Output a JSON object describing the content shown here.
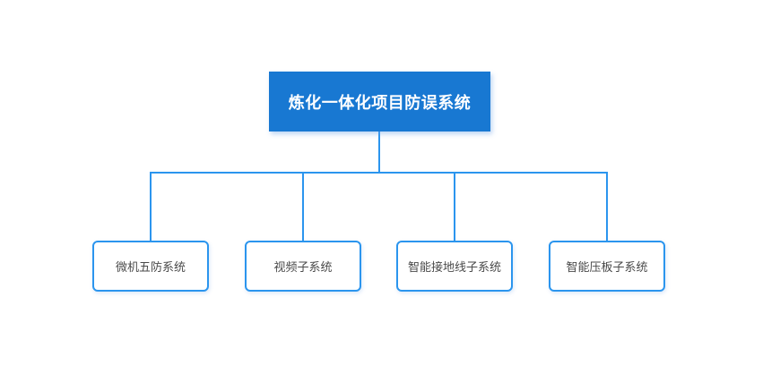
{
  "diagram": {
    "root": {
      "label": "炼化一体化项目防误系统"
    },
    "children": [
      {
        "label": "微机五防系统"
      },
      {
        "label": "视频子系统"
      },
      {
        "label": "智能接地线子系统"
      },
      {
        "label": "智能压板子系统"
      }
    ],
    "colors": {
      "background": "#ffffff",
      "root_fill": "#1878d2",
      "root_text": "#ffffff",
      "connector": "#2b95ee",
      "child_border": "#2b95ee",
      "child_text": "#4a4a4a"
    }
  }
}
